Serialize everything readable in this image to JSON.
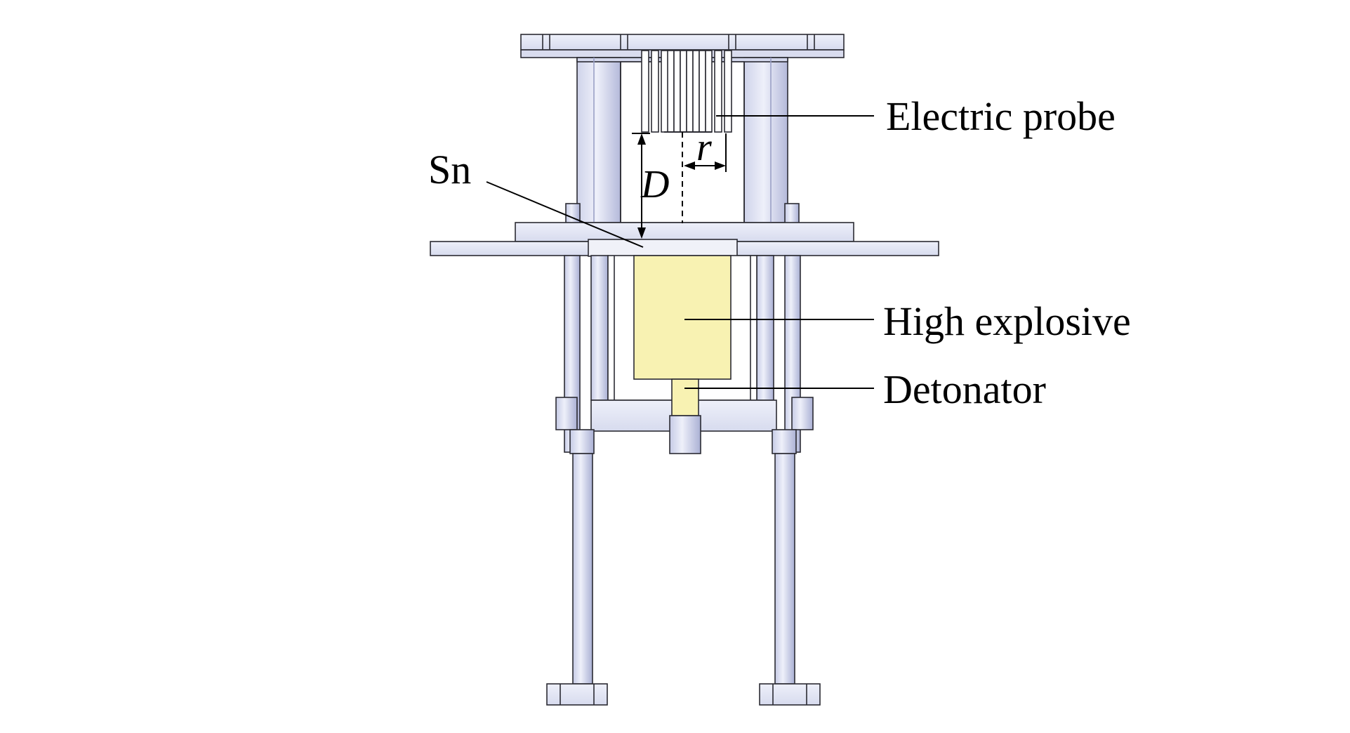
{
  "labels": {
    "electric_probe": "Electric probe",
    "sn": "Sn",
    "high_explosive": "High explosive",
    "detonator": "Detonator"
  },
  "symbols": {
    "standoff": "D",
    "radius": "r"
  },
  "colors": {
    "structure_fill": "#e3e6f4",
    "structure_shade": "#b9bedd",
    "structure_stroke": "#2b2b33",
    "explosive_fill": "#f8f2b2",
    "sn_plate_fill": "#f0f1f8",
    "background": "#ffffff"
  }
}
